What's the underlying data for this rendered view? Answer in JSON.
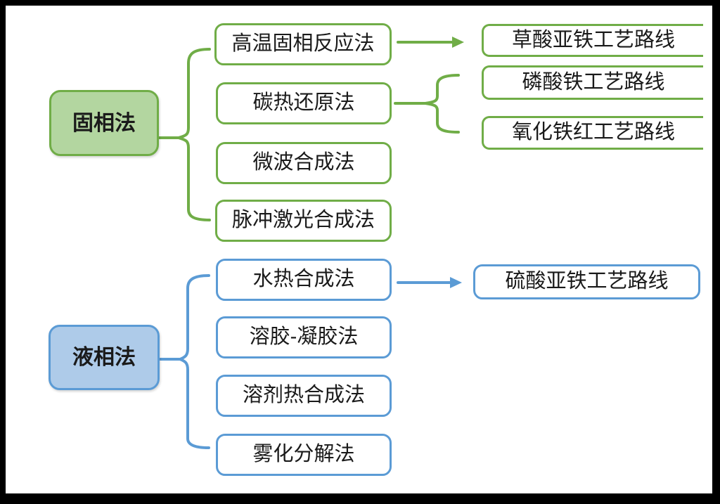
{
  "colors": {
    "green_line": "#70ad47",
    "green_fill": "#b3d6a0",
    "blue_line": "#5b9bd5",
    "blue_fill": "#aecbe9",
    "text": "#1a1a1a",
    "frame": "#000000",
    "canvas": "#ffffff"
  },
  "diagram": {
    "solid_phase": {
      "label": "固相法",
      "methods": [
        {
          "label": "高温固相反应法"
        },
        {
          "label": "碳热还原法"
        },
        {
          "label": "微波合成法"
        },
        {
          "label": "脉冲激光合成法"
        }
      ],
      "routes": [
        {
          "label": "草酸亚铁工艺路线",
          "from": "高温固相反应法"
        },
        {
          "label": "磷酸铁工艺路线",
          "from": "碳热还原法"
        },
        {
          "label": "氧化铁红工艺路线",
          "from": "碳热还原法"
        }
      ]
    },
    "liquid_phase": {
      "label": "液相法",
      "methods": [
        {
          "label": "水热合成法"
        },
        {
          "label": "溶胶-凝胶法"
        },
        {
          "label": "溶剂热合成法"
        },
        {
          "label": "雾化分解法"
        }
      ],
      "routes": [
        {
          "label": "硫酸亚铁工艺路线",
          "from": "水热合成法"
        }
      ]
    }
  }
}
